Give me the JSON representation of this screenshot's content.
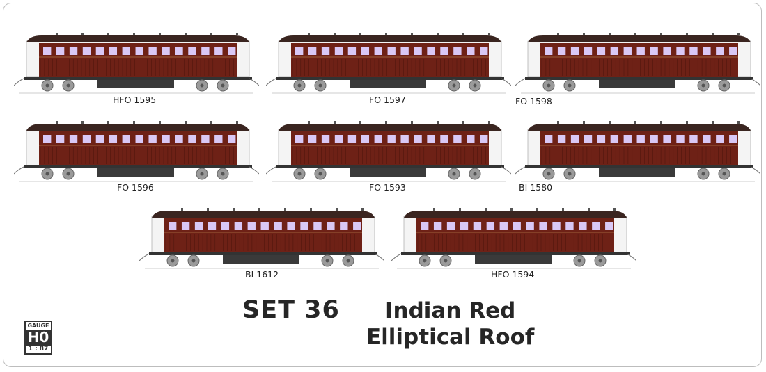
{
  "colors": {
    "body": "#6e2116",
    "roof": "#3a2520",
    "window": "#d9c8f5",
    "end": "#f4f4f4",
    "frame": "#333333",
    "bogie": "#9a9a9a"
  },
  "carriages": [
    {
      "id": "HFO 1595",
      "windows": 15
    },
    {
      "id": "FO 1597",
      "windows": 15
    },
    {
      "id": "FO 1598",
      "windows": 15
    },
    {
      "id": "FO 1596",
      "windows": 15
    },
    {
      "id": "FO 1593",
      "windows": 15
    },
    {
      "id": "BI 1580",
      "windows": 15
    },
    {
      "id": "BI 1612",
      "windows": 15
    },
    {
      "id": "HFO 1594",
      "windows": 15
    }
  ],
  "title": {
    "set": "SET 36",
    "line1": "Indian Red",
    "line2": "Elliptical Roof"
  },
  "gauge": {
    "top": "GAUGE",
    "scale_name": "H0",
    "ratio": "1 : 87"
  }
}
